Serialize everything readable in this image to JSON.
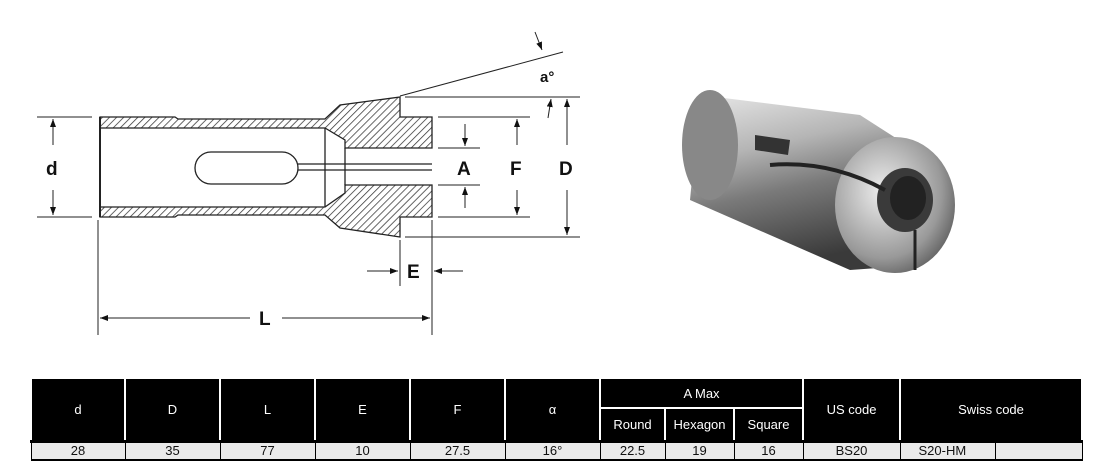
{
  "drawing": {
    "labels": {
      "d": "d",
      "A": "A",
      "F": "F",
      "D": "D",
      "E": "E",
      "L": "L",
      "alpha": "a°"
    }
  },
  "table": {
    "headers": {
      "d": "d",
      "D": "D",
      "L": "L",
      "E": "E",
      "F": "F",
      "alpha": "α",
      "a_max": "A Max",
      "round": "Round",
      "hexagon": "Hexagon",
      "square": "Square",
      "us_code": "US code",
      "swiss_code": "Swiss code"
    },
    "row": {
      "d": "28",
      "D": "35",
      "L": "77",
      "E": "10",
      "F": "27.5",
      "alpha": "16°",
      "round": "22.5",
      "hexagon": "19",
      "square": "16",
      "us_code": "BS20",
      "swiss_code": "S20-HM",
      "extra": ""
    }
  }
}
